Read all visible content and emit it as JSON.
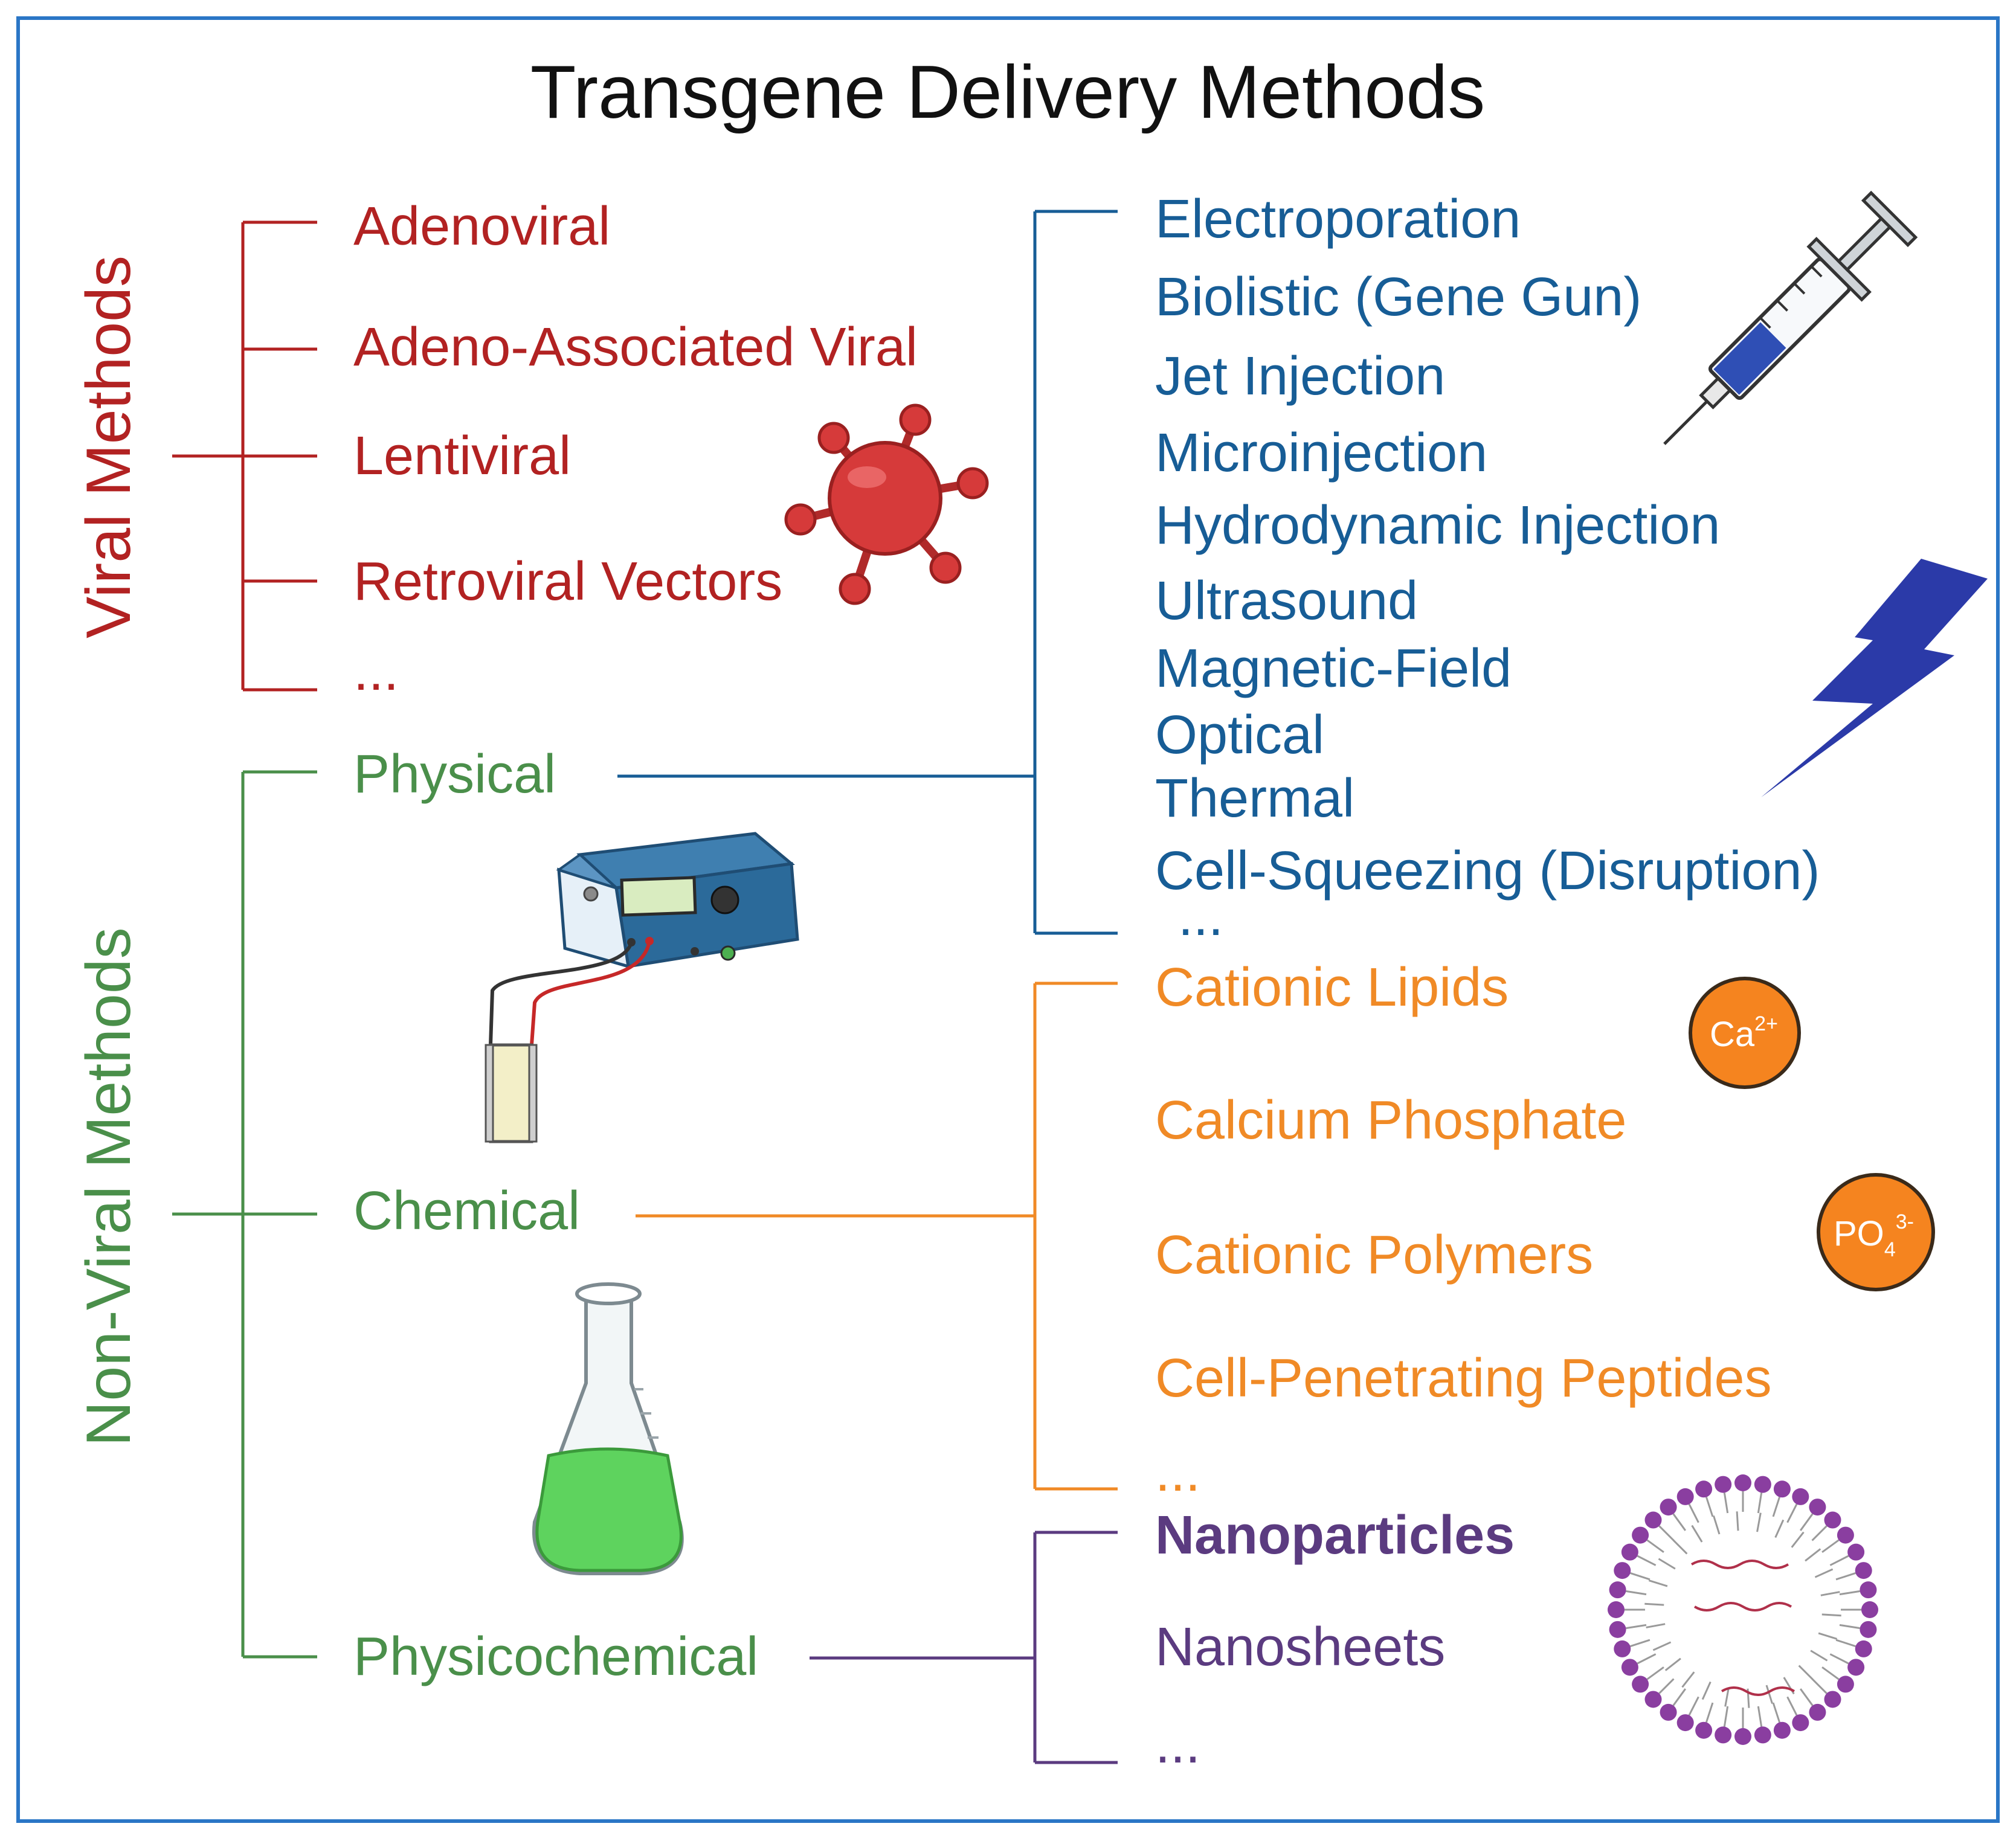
{
  "title": "Transgene Delivery Methods",
  "viral": {
    "side_label": "Viral Methods",
    "items": [
      "Adenoviral",
      "Adeno-Associated Viral",
      "Lentiviral",
      "Retroviral Vectors",
      "..."
    ]
  },
  "non_viral": {
    "side_label": "Non-Viral Methods",
    "categories": {
      "physical": "Physical",
      "chemical": "Chemical",
      "physicochemical": "Physicochemical"
    }
  },
  "physical_methods": [
    "Electroporation",
    "Biolistic (Gene Gun)",
    "Jet Injection",
    "Microinjection",
    "Hydrodynamic Injection",
    "Ultrasound",
    "Magnetic-Field",
    "Optical",
    "Thermal",
    "Cell-Squeezing (Disruption)",
    "..."
  ],
  "chemical_methods": [
    "Cationic Lipids",
    "Calcium Phosphate",
    "Cationic Polymers",
    "Cell-Penetrating Peptides",
    "..."
  ],
  "physicochemical_methods": [
    "Nanoparticles",
    "Nanosheets",
    "..."
  ],
  "ions": {
    "calcium": {
      "base": "Ca",
      "sup": "2+"
    },
    "phosphate": {
      "base": "PO",
      "sub": "4",
      "sup": "3-"
    }
  },
  "icons": [
    "virus-icon",
    "syringe-icon",
    "lightning-icon",
    "electroporator-icon",
    "flask-icon",
    "liposome-icon"
  ],
  "colors": {
    "frame": "#2a76c6",
    "viral": "#b22222",
    "non_viral": "#4a8f4a",
    "physical": "#175d96",
    "chemical": "#f08a26",
    "physicochemical": "#5b3b80",
    "virus": "#d63a3a",
    "lightning": "#2b3aa8",
    "liposome": "#8a3ea0"
  }
}
